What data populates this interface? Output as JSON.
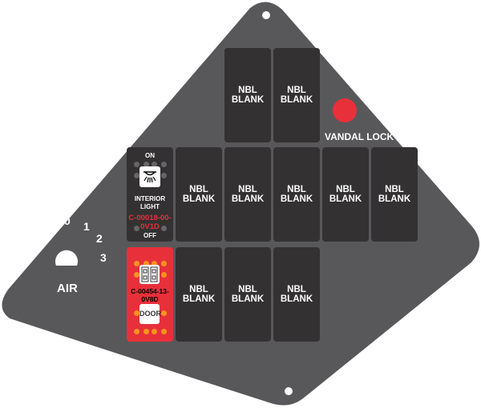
{
  "colors": {
    "panel": "#58585a",
    "switch": "#333132",
    "accent": "#e8303a",
    "led_orange": "#f7931e"
  },
  "air_control": {
    "label": "AIR",
    "positions": [
      "0",
      "1",
      "2",
      "3"
    ]
  },
  "vandal_lock": {
    "label": "VANDAL LOCK"
  },
  "interior_light_switch": {
    "top": "ON",
    "label_line1": "INTERIOR",
    "label_line2": "LIGHT",
    "code_line1": "C-00018-00-",
    "code_line2": "0V1D",
    "bottom": "OFF",
    "icon": "dome-light-icon"
  },
  "door_switch": {
    "code_line1": "C-00454-13-",
    "code_line2": "0V8D",
    "label": "DOOR",
    "icon": "door-icon"
  },
  "blank_switches": [
    {
      "line1": "NBL",
      "line2": "BLANK"
    },
    {
      "line1": "NBL",
      "line2": "BLANK"
    },
    {
      "line1": "NBL",
      "line2": "BLANK"
    },
    {
      "line1": "NBL",
      "line2": "BLANK"
    },
    {
      "line1": "NBL",
      "line2": "BLANK"
    },
    {
      "line1": "NBL",
      "line2": "BLANK"
    },
    {
      "line1": "NBL",
      "line2": "BLANK"
    },
    {
      "line1": "NBL",
      "line2": "BLANK"
    },
    {
      "line1": "NBL",
      "line2": "BLANK"
    },
    {
      "line1": "NBL",
      "line2": "BLANK"
    }
  ]
}
